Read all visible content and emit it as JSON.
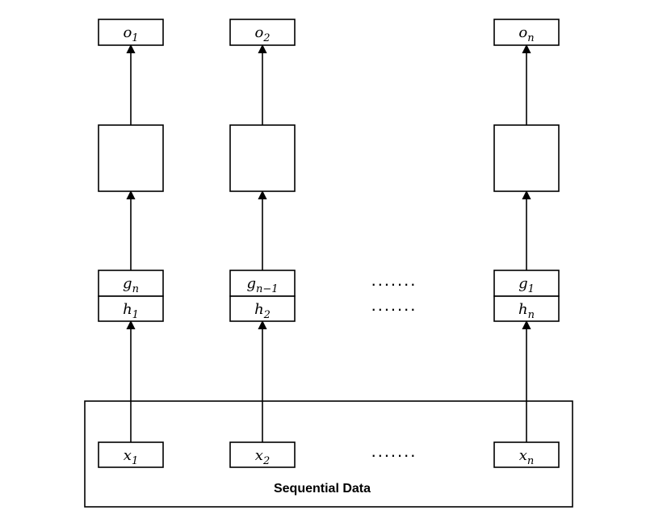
{
  "columns": [
    {
      "output": {
        "base": "o",
        "sub": "1"
      },
      "g": {
        "base": "g",
        "sub": "n"
      },
      "h": {
        "base": "h",
        "sub": "1"
      },
      "x": {
        "base": "x",
        "sub": "1"
      }
    },
    {
      "output": {
        "base": "o",
        "sub": "2"
      },
      "g": {
        "base": "g",
        "sub": "n−1"
      },
      "h": {
        "base": "h",
        "sub": "2"
      },
      "x": {
        "base": "x",
        "sub": "2"
      }
    },
    {
      "output": {
        "base": "o",
        "sub": "n"
      },
      "g": {
        "base": "g",
        "sub": "1"
      },
      "h": {
        "base": "h",
        "sub": "n"
      },
      "x": {
        "base": "x",
        "sub": "n"
      }
    }
  ],
  "ellipsis": ".......",
  "container": {
    "label": "Sequential Data"
  }
}
